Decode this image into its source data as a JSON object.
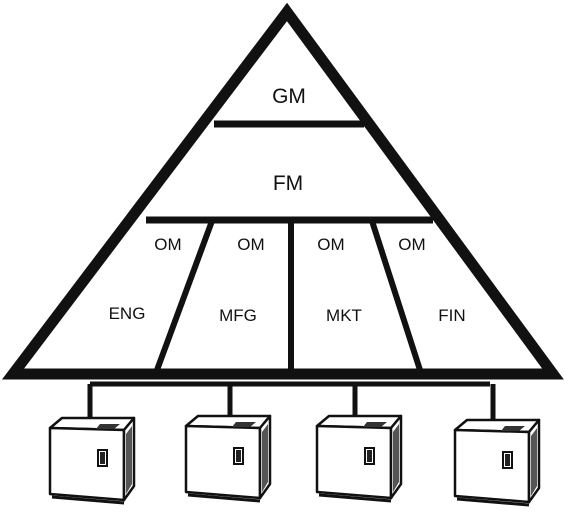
{
  "pyramid": {
    "top": {
      "label": "GM"
    },
    "middle": {
      "label": "FM"
    },
    "departments": [
      {
        "om_label": "OM",
        "dept_label": "ENG"
      },
      {
        "om_label": "OM",
        "dept_label": "MFG"
      },
      {
        "om_label": "OM",
        "dept_label": "MKT"
      },
      {
        "om_label": "OM",
        "dept_label": "FIN"
      }
    ]
  },
  "computers": [
    {
      "icon": "computer-terminal-icon"
    },
    {
      "icon": "computer-terminal-icon"
    },
    {
      "icon": "computer-terminal-icon"
    },
    {
      "icon": "computer-terminal-icon"
    }
  ],
  "colors": {
    "ink": "#111111",
    "paper": "#ffffff"
  }
}
